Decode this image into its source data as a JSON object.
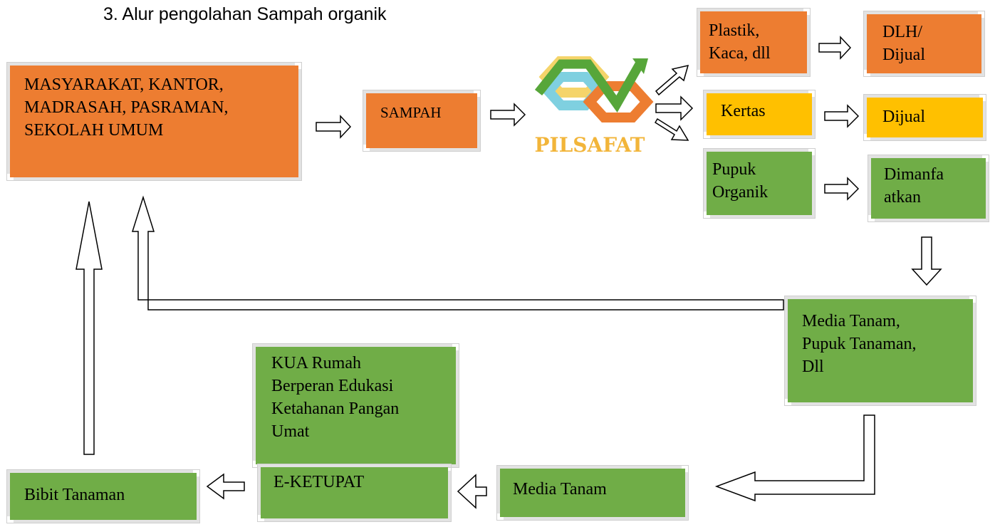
{
  "title": "3.   Alur pengolahan Sampah organik",
  "colors": {
    "orange": "#ed7d31",
    "yellow": "#ffc000",
    "green": "#70ad47"
  },
  "nodes": {
    "masyarakat": "MASYARAKAT, KANTOR,\nMADRASAH, PASRAMAN,\nSEKOLAH UMUM",
    "sampah": "SAMPAH",
    "logo": "PILSAFAT",
    "plastik": "Plastik,\nKaca, dll",
    "kertas": "Kertas",
    "pupuk_organik": "Pupuk\nOrganik",
    "dlh": "DLH/\nDijual",
    "dijual": "Dijual",
    "dimanfaatkan": "Dimanfa\natkan",
    "media_pupuk": "Media Tanam,\nPupuk Tanaman,\nDll",
    "kua": "KUA Rumah\nBerperan Edukasi\nKetahanan Pangan\nUmat",
    "eketupat": "E-KETUPAT",
    "media_tanam": "Media Tanam",
    "bibit": "Bibit Tanaman"
  }
}
